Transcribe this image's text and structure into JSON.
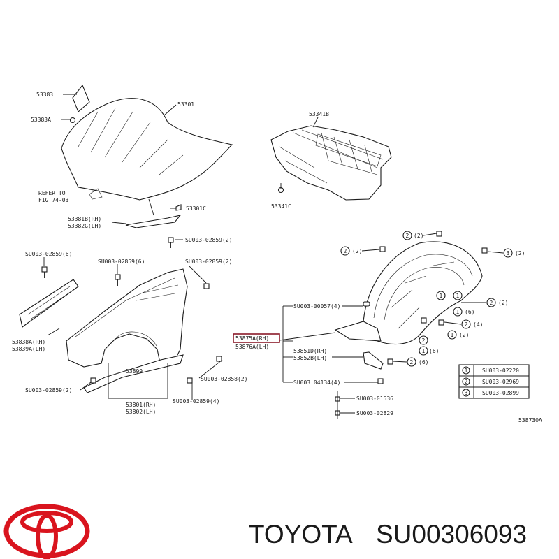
{
  "labels": {
    "hood_hinge": "53383",
    "hood_hinge_cap": "53383A",
    "hood": "53301",
    "hood_ref_line1": "REFER TO",
    "hood_ref_line2": "FIG 74-03",
    "hood_bumper": "53301C",
    "hood_seal_rh": "53381B(RH)",
    "hood_seal_lh": "53382G(LH)",
    "insulator": "53341B",
    "insulator_clip": "53341C",
    "bolt_top": "SU003-02859(2)",
    "bolt_left6": "SU003-02859(6)",
    "bolt_mid6": "SU003-02859(6)",
    "bolt_right2": "SU003-02859(2)",
    "bracket_rh": "53838A(RH)",
    "bracket_lh": "53839A(LH)",
    "bolt_low2": "SU003-02859(2)",
    "fender_ext": "53899",
    "bolt_858": "SU003-02858(2)",
    "fender_rh": "53801(RH)",
    "fender_lh": "53802(LH)",
    "bolt_low4": "SU003-02859(4)",
    "clip_057": "SU003-00057(4)",
    "liner_rh": "53875A(RH)",
    "liner_lh": "53876A(LH)",
    "seal_rh": "53851D(RH)",
    "seal_lh": "53852B(LH)",
    "clip_134": "SU003 04134(4)",
    "clip_536": "SU003-01536",
    "clip_829": "SU003-02829",
    "c2a": "(2)",
    "c2b": "(2)",
    "c3": "(2)",
    "c6a": "(6)",
    "c2c": "(2)",
    "c4": "(4)",
    "c2d": "(2)",
    "c6b": "(6)",
    "c6c": "(6)",
    "diagram_code": "53873OA"
  },
  "callouts": {
    "n1": "1",
    "n2": "2",
    "n3": "3"
  },
  "legend": [
    {
      "num": "1",
      "code": "SU003-02220"
    },
    {
      "num": "2",
      "code": "SU003-02969"
    },
    {
      "num": "3",
      "code": "SU003-02899"
    }
  ],
  "brand": {
    "name": "TOYOTA",
    "part_number": "SU00306093",
    "logo_color": "#d9141e",
    "highlight_color": "#8b1a2a"
  }
}
